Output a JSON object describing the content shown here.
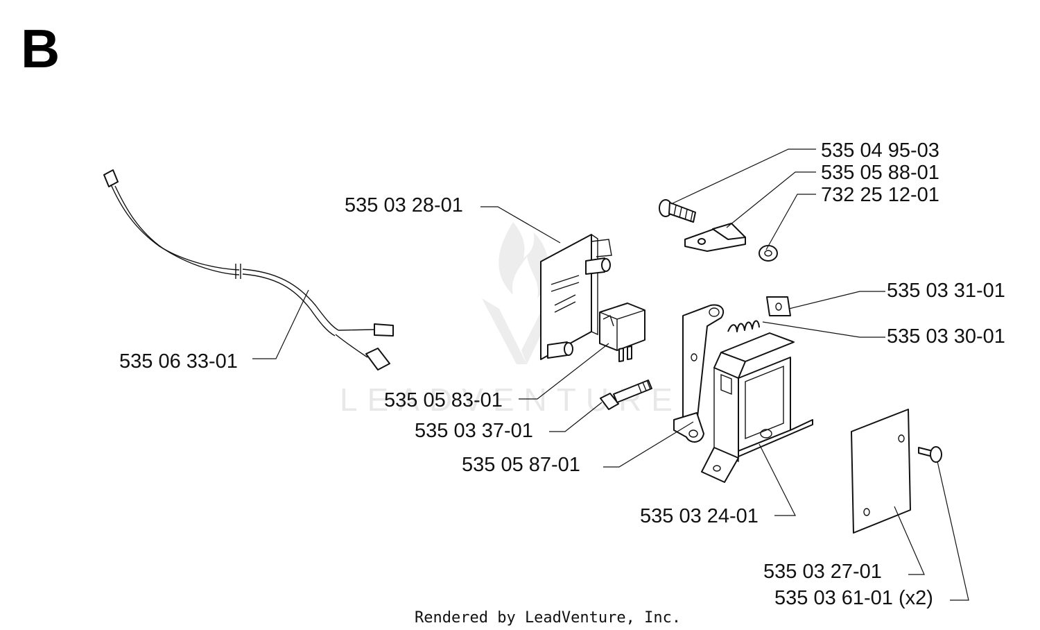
{
  "section_letter": "B",
  "footer": "Rendered by LeadVenture, Inc.",
  "watermark": {
    "icon": "flame-v-logo-icon",
    "text": "LEADVENTURE",
    "color": "#e8e8e8"
  },
  "part_labels": {
    "wire_harness": "535 06 33-01",
    "switch_plate": "535 03 28-01",
    "micro_switch": "535 05 83-01",
    "bolt": "535 03 37-01",
    "lever_bracket": "535 05 87-01",
    "housing": "535 03 24-01",
    "cover_plate": "535 03 27-01",
    "cover_screw": "535 03 61-01 (x2)",
    "adjust_screw": "535 04 95-03",
    "adjust_bracket": "535 05 88-01",
    "nut": "732 25 12-01",
    "washer_plate": "535 03 31-01",
    "spring": "535 03 30-01"
  }
}
